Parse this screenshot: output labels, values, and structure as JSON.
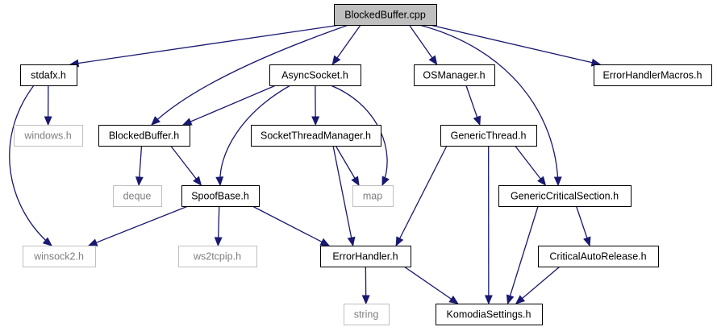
{
  "diagram": {
    "colors": {
      "edge": "#191970",
      "root_fill": "#bfbfbf",
      "box_border": "#000000",
      "external_border": "#bfbfbf",
      "external_text": "#7f7f7f"
    },
    "nodes": [
      {
        "id": "blockedbuffer_cpp",
        "label": "BlockedBuffer.cpp",
        "kind": "root"
      },
      {
        "id": "stdafx_h",
        "label": "stdafx.h",
        "kind": "normal"
      },
      {
        "id": "asyncsocket_h",
        "label": "AsyncSocket.h",
        "kind": "normal"
      },
      {
        "id": "osmanager_h",
        "label": "OSManager.h",
        "kind": "normal"
      },
      {
        "id": "errorhandlermacros_h",
        "label": "ErrorHandlerMacros.h",
        "kind": "normal"
      },
      {
        "id": "windows_h",
        "label": "windows.h",
        "kind": "external"
      },
      {
        "id": "blockedbuffer_h",
        "label": "BlockedBuffer.h",
        "kind": "normal"
      },
      {
        "id": "socketthreadmanager_h",
        "label": "SocketThreadManager.h",
        "kind": "normal"
      },
      {
        "id": "genericthread_h",
        "label": "GenericThread.h",
        "kind": "normal"
      },
      {
        "id": "deque",
        "label": "deque",
        "kind": "external"
      },
      {
        "id": "spoofbase_h",
        "label": "SpoofBase.h",
        "kind": "normal"
      },
      {
        "id": "map",
        "label": "map",
        "kind": "external"
      },
      {
        "id": "genericcriticalsection_h",
        "label": "GenericCriticalSection.h",
        "kind": "normal"
      },
      {
        "id": "winsock2_h",
        "label": "winsock2.h",
        "kind": "external"
      },
      {
        "id": "ws2tcpip_h",
        "label": "ws2tcpip.h",
        "kind": "external"
      },
      {
        "id": "errorhandler_h",
        "label": "ErrorHandler.h",
        "kind": "normal"
      },
      {
        "id": "criticalautorelease_h",
        "label": "CriticalAutoRelease.h",
        "kind": "normal"
      },
      {
        "id": "string",
        "label": "string",
        "kind": "external"
      },
      {
        "id": "komodiasettings_h",
        "label": "KomodiaSettings.h",
        "kind": "normal"
      }
    ],
    "edges": [
      [
        "blockedbuffer_cpp",
        "stdafx_h"
      ],
      [
        "blockedbuffer_cpp",
        "blockedbuffer_h"
      ],
      [
        "blockedbuffer_cpp",
        "asyncsocket_h"
      ],
      [
        "blockedbuffer_cpp",
        "osmanager_h"
      ],
      [
        "blockedbuffer_cpp",
        "genericcriticalsection_h"
      ],
      [
        "blockedbuffer_cpp",
        "errorhandlermacros_h"
      ],
      [
        "stdafx_h",
        "windows_h"
      ],
      [
        "stdafx_h",
        "winsock2_h"
      ],
      [
        "asyncsocket_h",
        "blockedbuffer_h"
      ],
      [
        "asyncsocket_h",
        "spoofbase_h"
      ],
      [
        "asyncsocket_h",
        "socketthreadmanager_h"
      ],
      [
        "asyncsocket_h",
        "map"
      ],
      [
        "osmanager_h",
        "genericthread_h"
      ],
      [
        "blockedbuffer_h",
        "deque"
      ],
      [
        "blockedbuffer_h",
        "spoofbase_h"
      ],
      [
        "socketthreadmanager_h",
        "map"
      ],
      [
        "socketthreadmanager_h",
        "errorhandler_h"
      ],
      [
        "genericthread_h",
        "errorhandler_h"
      ],
      [
        "genericthread_h",
        "komodiasettings_h"
      ],
      [
        "genericthread_h",
        "genericcriticalsection_h"
      ],
      [
        "spoofbase_h",
        "winsock2_h"
      ],
      [
        "spoofbase_h",
        "ws2tcpip_h"
      ],
      [
        "spoofbase_h",
        "errorhandler_h"
      ],
      [
        "genericcriticalsection_h",
        "criticalautorelease_h"
      ],
      [
        "genericcriticalsection_h",
        "komodiasettings_h"
      ],
      [
        "errorhandler_h",
        "string"
      ],
      [
        "errorhandler_h",
        "komodiasettings_h"
      ],
      [
        "criticalautorelease_h",
        "komodiasettings_h"
      ]
    ]
  }
}
